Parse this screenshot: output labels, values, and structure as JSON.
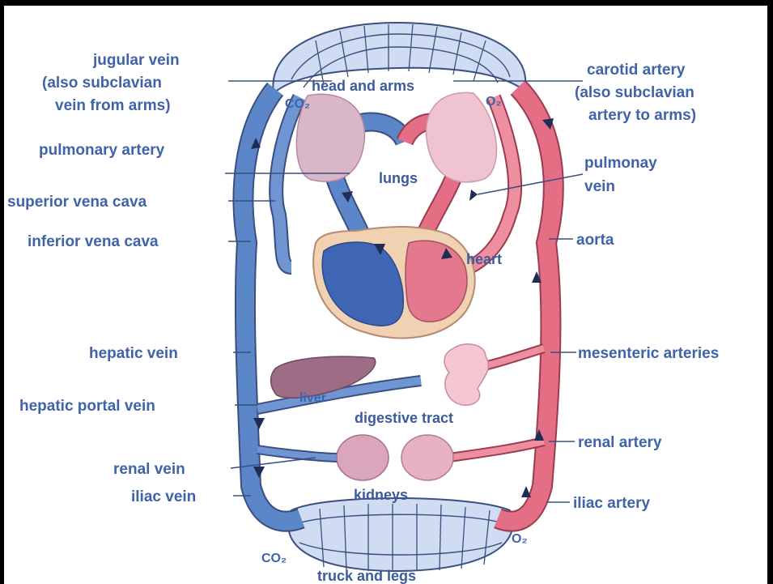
{
  "diagram": {
    "colors": {
      "vein": "#5b86c8",
      "vein_dark": "#2f5da8",
      "artery": "#e46f85",
      "artery_light": "#f2a7b5",
      "capillary_outline": "#3a4f80",
      "label": "#3f63a8"
    },
    "left_labels": {
      "jugular_1": "jugular vein",
      "jugular_2": "(also subclavian",
      "jugular_3": "vein from arms)",
      "pulmonary_artery": "pulmonary artery",
      "superior_vena_cava": "superior vena cava",
      "inferior_vena_cava": "inferior vena cava",
      "hepatic_vein": "hepatic vein",
      "hepatic_portal_vein": "hepatic portal vein",
      "renal_vein": "renal vein",
      "iliac_vein": "iliac vein"
    },
    "right_labels": {
      "carotid_1": "carotid artery",
      "carotid_2": "(also subclavian",
      "carotid_3": "artery to arms)",
      "pulmonary_vein_1": "pulmonay",
      "pulmonary_vein_2": "vein",
      "aorta": "aorta",
      "mesenteric": "mesenteric arteries",
      "renal_artery": "renal artery",
      "iliac_artery": "iliac artery"
    },
    "organ_labels": {
      "head_and_arms": "head and arms",
      "co2_top": "CO₂",
      "o2_top": "O₂",
      "lungs": "lungs",
      "heart": "heart",
      "liver": "liver",
      "digestive_tract": "digestive tract",
      "kidneys": "kidneys",
      "co2_bottom": "CO₂",
      "o2_bottom": "O₂",
      "trunk_and_legs": "truck and legs"
    }
  }
}
